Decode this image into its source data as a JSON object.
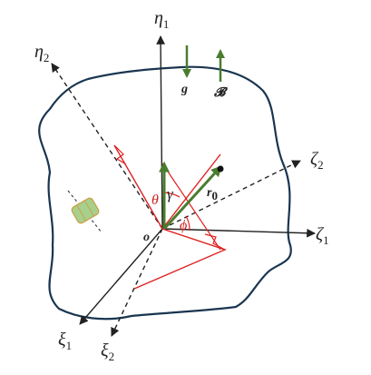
{
  "labels": {
    "eta1": "η",
    "eta1_sub": "1",
    "eta2": "η",
    "eta2_sub": "2",
    "zeta1": "ζ",
    "zeta1_sub": "1",
    "zeta2": "ζ",
    "zeta2_sub": "2",
    "xi1": "ξ",
    "xi1_sub": "1",
    "xi2": "ξ",
    "xi2_sub": "2",
    "origin": "o",
    "gravity": "g",
    "buoyancy": "𝓑",
    "r0": "r",
    "r0_sub": "0",
    "theta": "θ",
    "phi": "ϕ",
    "gamma": "γ"
  },
  "colors": {
    "outline": "#1a3550",
    "axis": "#222222",
    "vector": "#4a7c2e",
    "triangle": "#e02020",
    "particle_fill": "#a8d08d",
    "particle_stroke": "#c9a24a"
  }
}
